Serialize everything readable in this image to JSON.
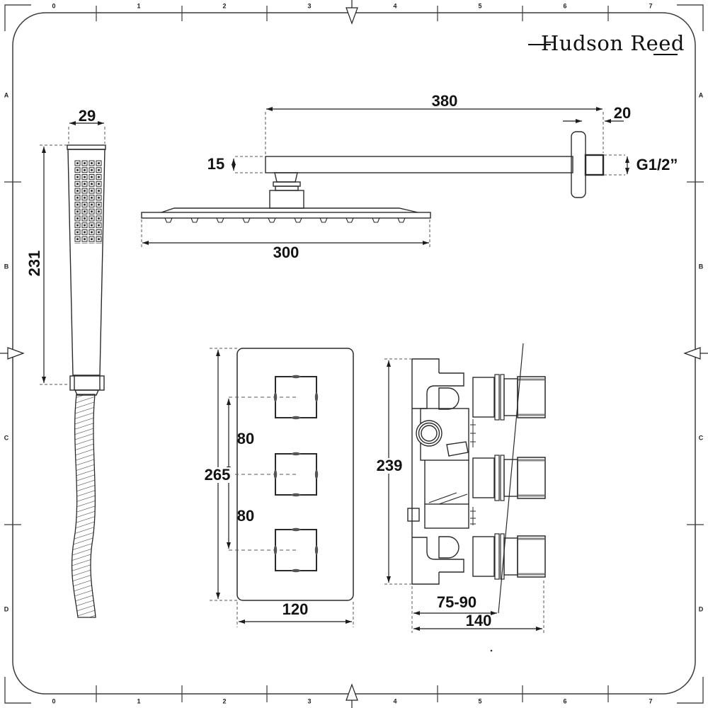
{
  "brand": {
    "logo_text": "Hudson Reed"
  },
  "ruler": {
    "top": [
      "0",
      "1",
      "2",
      "3",
      "4",
      "5",
      "6",
      "7"
    ],
    "bottom": [
      "0",
      "1",
      "2",
      "3",
      "4",
      "5",
      "6",
      "7"
    ],
    "left": [
      "A",
      "B",
      "C",
      "D"
    ],
    "right": [
      "A",
      "B",
      "C",
      "D"
    ]
  },
  "handset": {
    "width": "29",
    "height": "231"
  },
  "head": {
    "arm_length": "380",
    "arm_thickness": "15",
    "thread_length": "20",
    "thread_size": "G1/2”",
    "head_width": "300"
  },
  "valve_front": {
    "spacing_upper": "80",
    "spacing_lower": "80",
    "height": "265",
    "width": "120"
  },
  "valve_side": {
    "height": "239",
    "recess_depth": "75-90",
    "depth": "140"
  },
  "colors": {
    "line": "#2a2a2a",
    "dim_text": "#131313",
    "background": "#ffffff"
  }
}
